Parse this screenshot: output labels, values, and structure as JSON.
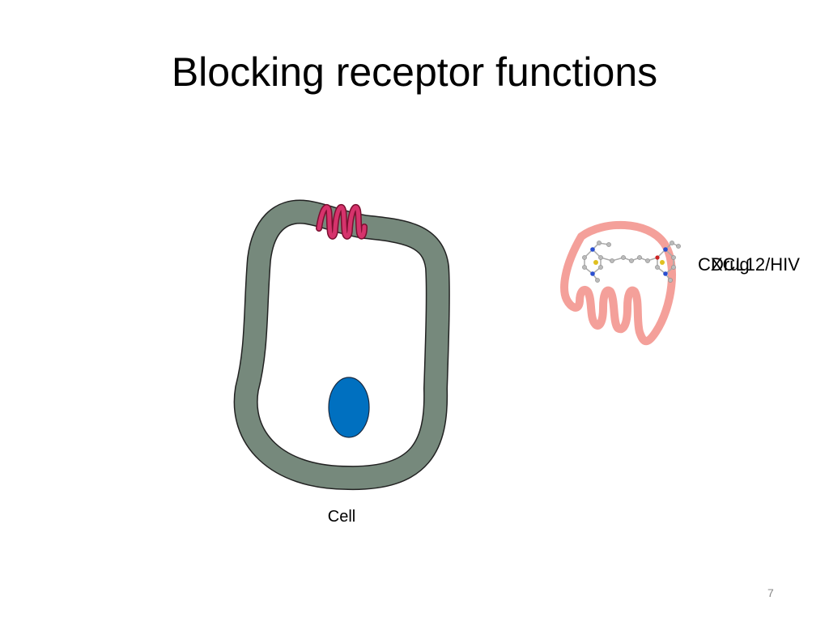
{
  "slide": {
    "title": "Blocking receptor functions",
    "page_number": "7"
  },
  "labels": {
    "cell": "Cell",
    "drug": "Drug",
    "ligand": "CXCL12/HIV"
  },
  "colors": {
    "cell_membrane": "#76897c",
    "nucleus": "#0070c0",
    "receptor_on_cell": "#d6336c",
    "free_receptor": "#f4a09a"
  },
  "icons": {
    "molecule": "ball-and-stick-molecule-icon"
  }
}
